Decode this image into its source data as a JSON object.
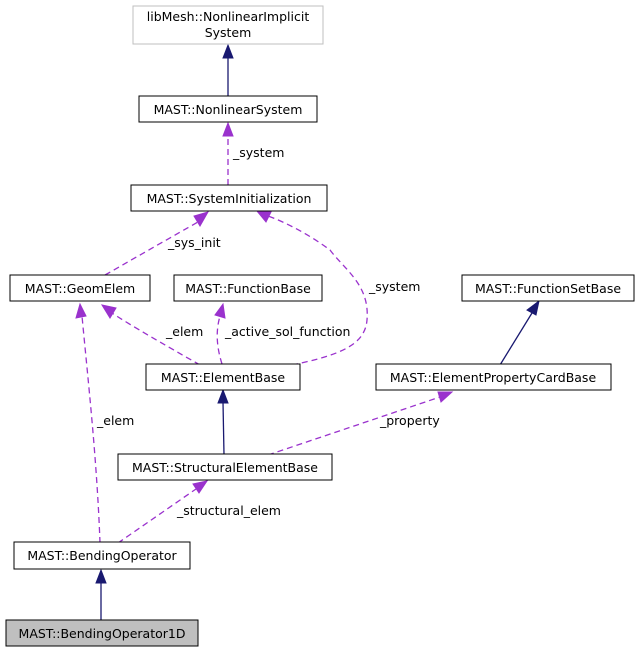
{
  "nodes": {
    "libmesh_nonlinear": {
      "line1": "libMesh::NonlinearImplicit",
      "line2": "System"
    },
    "nonlinear_system": {
      "label": "MAST::NonlinearSystem"
    },
    "system_init": {
      "label": "MAST::SystemInitialization"
    },
    "geom_elem": {
      "label": "MAST::GeomElem"
    },
    "function_base": {
      "label": "MAST::FunctionBase"
    },
    "function_set_base": {
      "label": "MAST::FunctionSetBase"
    },
    "element_base": {
      "label": "MAST::ElementBase"
    },
    "element_property_card": {
      "label": "MAST::ElementPropertyCardBase"
    },
    "structural_element_base": {
      "label": "MAST::StructuralElementBase"
    },
    "bending_operator": {
      "label": "MAST::BendingOperator"
    },
    "bending_operator_1d": {
      "label": "MAST::BendingOperator1D"
    }
  },
  "edge_labels": {
    "system_top": "_system",
    "sys_init": "_sys_init",
    "system_right": "_system",
    "elem_middle": "_elem",
    "active_sol_function": "_active_sol_function",
    "elem_left": "_elem",
    "property": "_property",
    "structural_elem": "_structural_elem"
  },
  "colors": {
    "inheritance_edge": "#191970",
    "usage_edge": "#9a32cd",
    "highlight_fill": "#bfbfbf",
    "external_border": "#bfbfbf"
  }
}
